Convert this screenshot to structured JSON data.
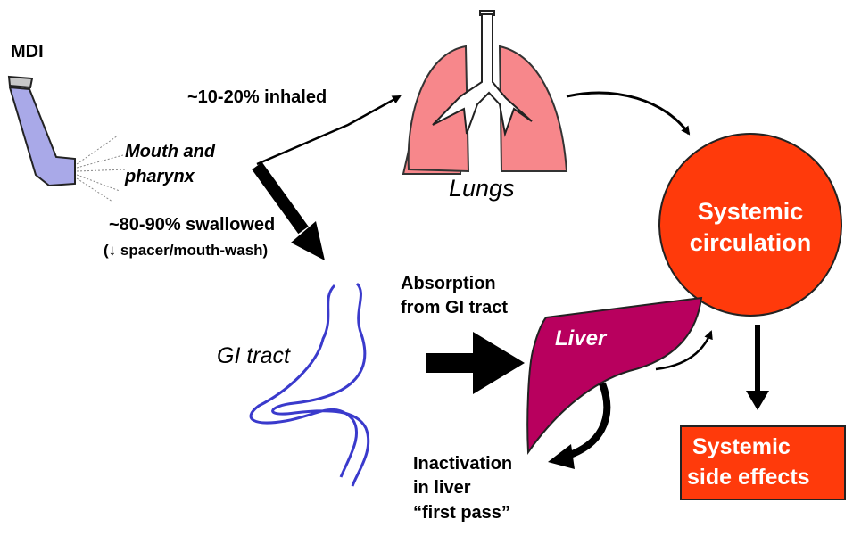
{
  "labels": {
    "mdi": "MDI",
    "mouth_line1": "Mouth and",
    "mouth_line2": "pharynx",
    "inhaled": "~10-20% inhaled",
    "swallowed": "~80-90% swallowed",
    "swallowed_note": "(↓ spacer/mouth-wash)",
    "lungs": "Lungs",
    "systemic_line1": "Systemic",
    "systemic_line2": "circulation",
    "absorption_line1": "Absorption",
    "absorption_line2": "from GI tract",
    "gi_tract": "GI tract",
    "liver": "Liver",
    "inactivation_line1": "Inactivation",
    "inactivation_line2": "in liver",
    "inactivation_line3": "“first pass”",
    "side_line1": "Systemic",
    "side_line2": "side effects"
  },
  "colors": {
    "lungs_fill": "#f7878b",
    "circulation_fill": "#ff3a0b",
    "side_effects_fill": "#ff3a0b",
    "liver_fill": "#b8005e",
    "gi_stroke": "#3a3acc",
    "inhaler_fill": "#a9a9e8"
  },
  "icons": {
    "inhaler": "mdi-inhaler-icon",
    "lungs": "lungs-icon",
    "liver": "liver-icon",
    "gi_tract": "gi-tract-icon"
  }
}
